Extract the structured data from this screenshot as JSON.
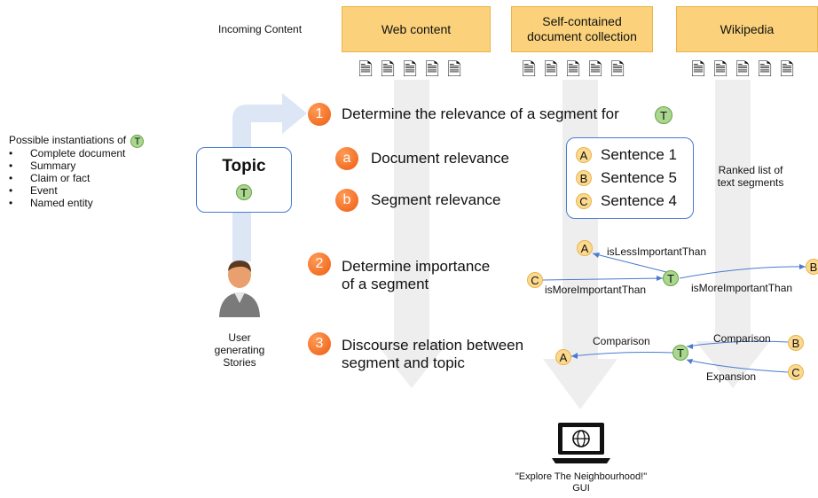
{
  "incoming_content_label": "Incoming Content",
  "sources": [
    "Web content",
    "Self-contained\ndocument collection",
    "Wikipedia"
  ],
  "instantiations": {
    "heading": "Possible instantiations of",
    "items": [
      "Complete document",
      "Summary",
      "Claim or fact",
      "Event",
      "Named entity"
    ]
  },
  "topic": {
    "title": "Topic",
    "symbol": "T"
  },
  "user_caption": [
    "User",
    "generating",
    "Stories"
  ],
  "steps": [
    {
      "num": "1",
      "text": "Determine the relevance of a segment for"
    },
    {
      "num": "2",
      "text": [
        "Determine importance",
        "of a segment"
      ]
    },
    {
      "num": "3",
      "text": [
        "Discourse relation between",
        "segment and topic"
      ]
    }
  ],
  "substeps": [
    {
      "letter": "a",
      "text": "Document relevance"
    },
    {
      "letter": "b",
      "text": "Segment relevance"
    }
  ],
  "ranked_list": {
    "items": [
      {
        "label": "A",
        "text": "Sentence 1"
      },
      {
        "label": "B",
        "text": "Sentence 5"
      },
      {
        "label": "C",
        "text": "Sentence 4"
      }
    ],
    "caption": [
      "Ranked list of",
      "text segments"
    ]
  },
  "importance_graph": {
    "nodes": [
      "A",
      "B",
      "C",
      "T"
    ],
    "edges": [
      "isLessImportantThan",
      "isMoreImportantThan",
      "isMoreImportantThan"
    ]
  },
  "discourse_graph": {
    "nodes": [
      "A",
      "B",
      "C",
      "T"
    ],
    "edges": [
      "Comparison",
      "Comparison",
      "Expansion"
    ]
  },
  "gui_caption": [
    "\"Explore The Neighbourhood!\"",
    "GUI"
  ],
  "colors": {
    "accent_orange": "#ee5d13",
    "box_yellow": "#fbd27b",
    "node_green": "#a9d78e",
    "node_yellow": "#fbd98f",
    "line_blue": "#4a7bd0",
    "flow_gray": "#eeeeee"
  }
}
